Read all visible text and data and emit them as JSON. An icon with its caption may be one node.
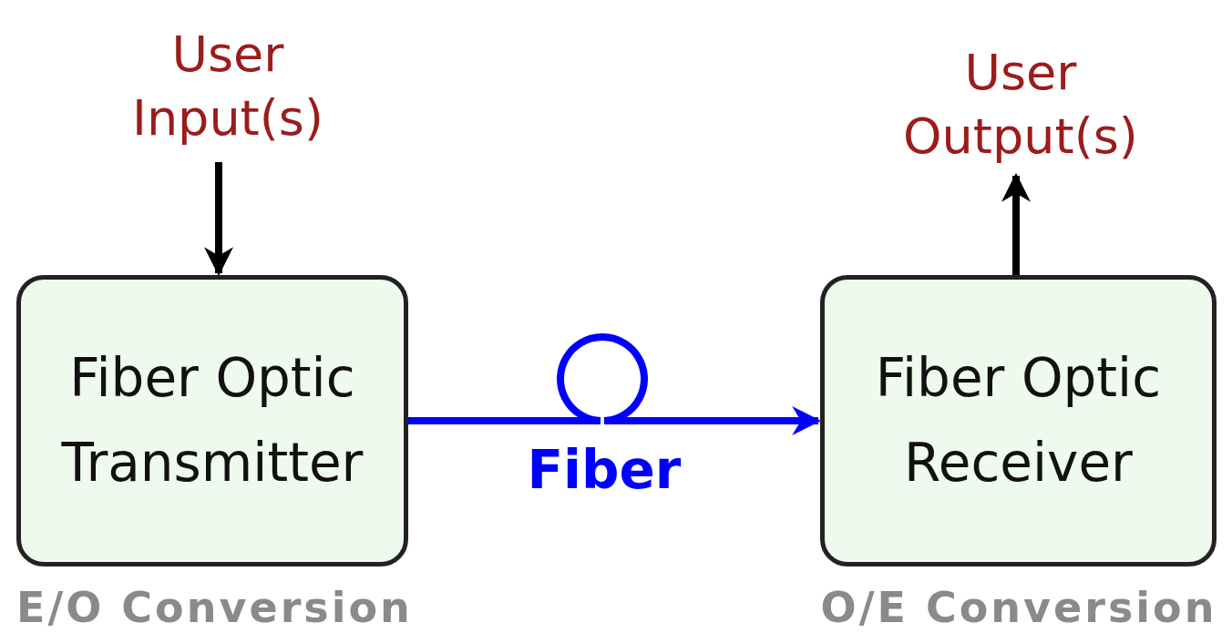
{
  "diagram": {
    "nodes": [
      {
        "text": [
          "User Input(s)"
        ]
      },
      {
        "text": [
          "Fiber Optic Transmitter"
        ],
        "beside": [
          "E/O Conversion"
        ]
      },
      {
        "text": [
          "Fiber Optic Receiver"
        ],
        "beside": [
          "O/E Conversion"
        ]
      },
      {
        "text": [
          "User Output(s)"
        ]
      }
    ],
    "edges": [
      {
        "from": 0,
        "to": 1,
        "arrow": "to"
      },
      {
        "from": 1,
        "to": 2,
        "arrow": "to",
        "label": "Fiber",
        "color": "#0000ff"
      },
      {
        "from": 2,
        "to": 3,
        "arrow": "to"
      }
    ]
  }
}
